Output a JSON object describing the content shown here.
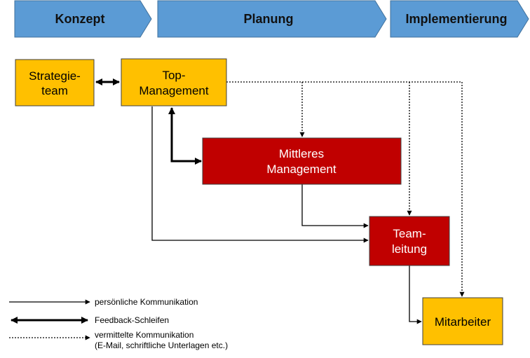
{
  "phases": [
    {
      "label": "Konzept"
    },
    {
      "label": "Planung"
    },
    {
      "label": "Implementierung"
    }
  ],
  "boxes": {
    "strategieteam": {
      "lines": [
        "Strategie-",
        "team"
      ]
    },
    "top_management": {
      "lines": [
        "Top-",
        "Management"
      ]
    },
    "mittleres_management": {
      "lines": [
        "Mittleres",
        "Management"
      ]
    },
    "teamleitung": {
      "lines": [
        "Team-",
        "leitung"
      ]
    },
    "mitarbeiter": {
      "lines": [
        "Mitarbeiter"
      ]
    }
  },
  "legend": {
    "personal": "persönliche Kommunikation",
    "feedback": "Feedback-Schleifen",
    "mediated_line1": "vermittelte Kommunikation",
    "mediated_line2": "(E-Mail, schriftliche Unterlagen  etc.)"
  },
  "colors": {
    "phase_fill": "#5b9bd5",
    "phase_stroke": "#41719c",
    "yellow_fill": "#ffc000",
    "red_fill": "#c00000",
    "box_stroke": "#404040",
    "line": "#000000"
  }
}
